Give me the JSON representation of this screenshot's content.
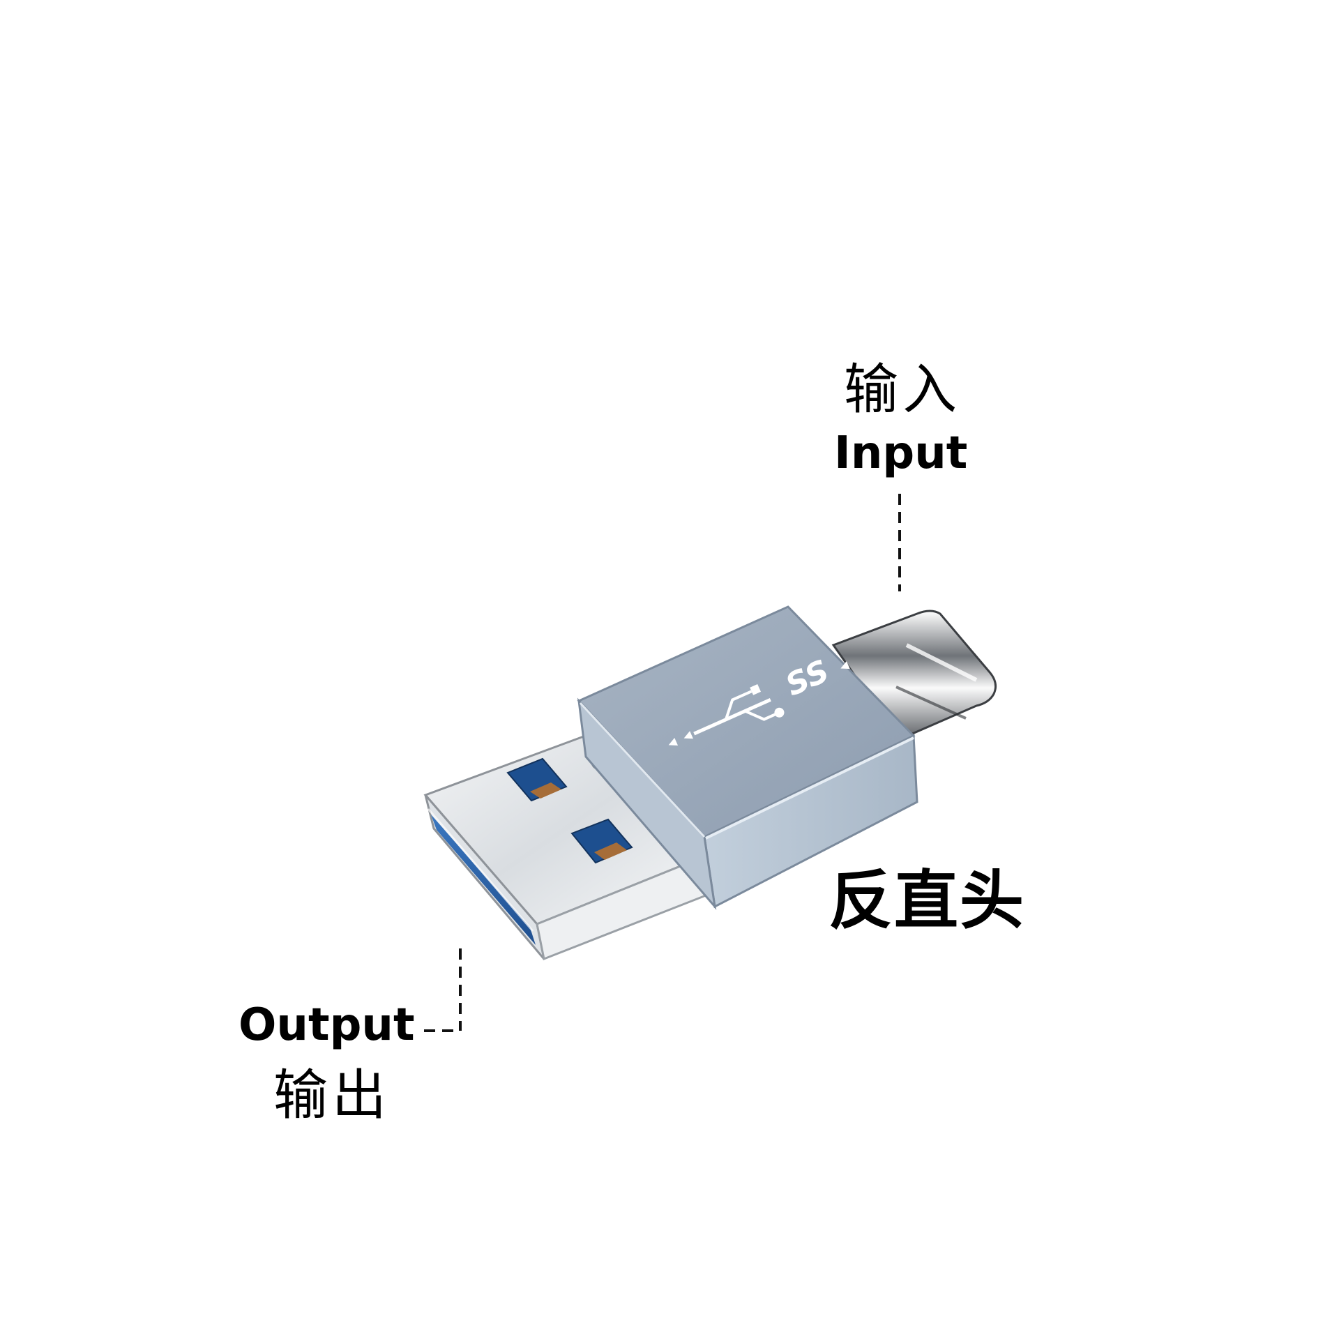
{
  "labels": {
    "input_cn": "输入",
    "input_en": "Input",
    "output_en": "Output",
    "output_cn": "输出",
    "product_type": "反直头"
  },
  "logo": {
    "text": "SS"
  },
  "colors": {
    "housing": "#a3b2c2",
    "usb_blue": "#2a63a6",
    "metal": "#e6e9ec",
    "contact": "#9a6a3a",
    "text": "#000000"
  }
}
